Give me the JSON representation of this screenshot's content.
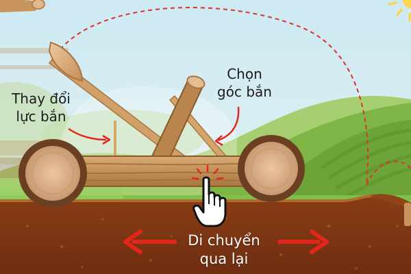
{
  "labels": {
    "change_force_line1": "Thay đổi",
    "change_force_line2": "lực bắn",
    "choose_angle_line1": "Chọn",
    "choose_angle_line2": "góc bắn",
    "move_line1": "Di chuyển",
    "move_line2": "qua lại"
  },
  "icons": {
    "pointer": "hand-pointer-icon",
    "sun": "sun-icon",
    "arrows": [
      "left-arrow-icon",
      "right-arrow-icon"
    ]
  },
  "colors": {
    "sky": "#bfe2f0",
    "ground": "#7a3414",
    "grass": "#7cc24a",
    "wood": "#b88752",
    "wheel_rim": "#6b3f22",
    "arrow_red": "#e2261c",
    "trajectory": "#d8342a"
  }
}
